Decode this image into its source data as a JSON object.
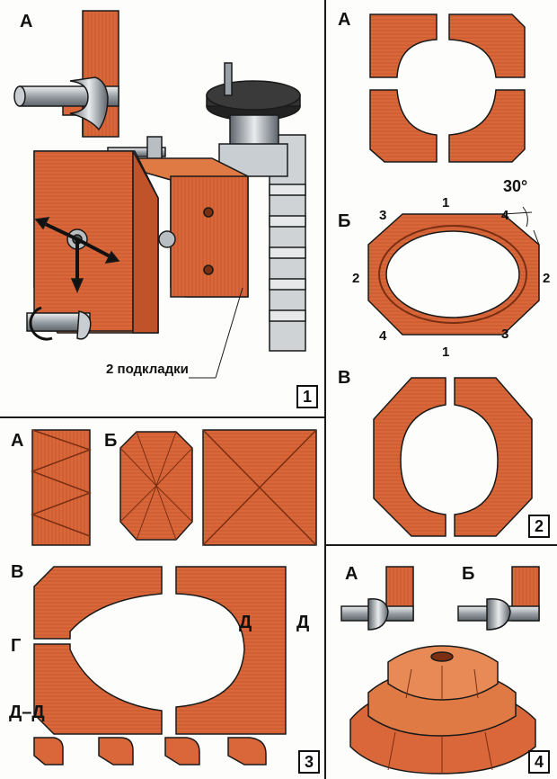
{
  "fig1": {
    "label_a": "А",
    "callout": "2 подкладки",
    "number": "1"
  },
  "fig2": {
    "label_a": "А",
    "label_b": "Б",
    "label_v": "В",
    "angle": "30°",
    "edges": {
      "top": "1",
      "bottom": "1",
      "left": "2",
      "right": "2",
      "tl": "3",
      "br": "3",
      "tr": "4",
      "bl": "4"
    },
    "number": "2"
  },
  "fig3": {
    "label_a": "А",
    "label_b": "Б",
    "label_v": "В",
    "label_g": "Г",
    "label_d1": "Д",
    "label_d2": "Д",
    "label_dd": "Д–Д",
    "number": "3"
  },
  "fig4": {
    "label_a": "А",
    "label_b": "Б",
    "number": "4"
  },
  "colors": {
    "wood": "#d9673a",
    "wood_dark": "#b04a22",
    "wood_light": "#ec8f5c",
    "metal": "#a8aeb3",
    "line": "#1a1a1a"
  }
}
